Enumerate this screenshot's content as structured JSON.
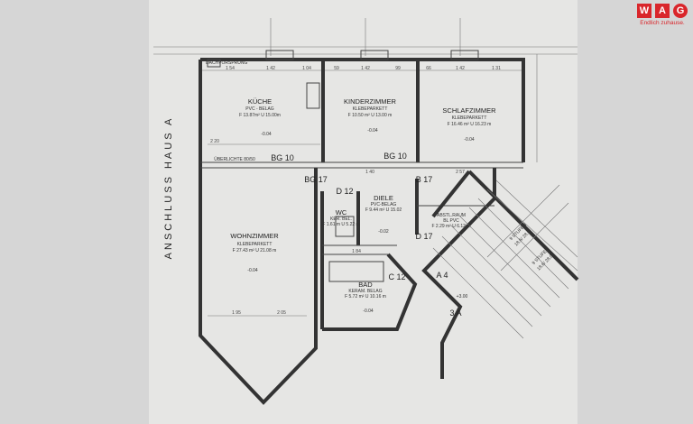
{
  "logo": {
    "letters": [
      "W",
      "A",
      "G"
    ],
    "slogan": "Endlich zuhause.",
    "color": "#d9262b"
  },
  "plan": {
    "roof_label": "DACHVORSPRUNG",
    "side_label": "ANSCHLUSS HAUS A",
    "top_dims": [
      "1 54",
      "1 42",
      "1 04",
      "59",
      "1 42",
      "99",
      "66",
      "1 42",
      "1 31"
    ],
    "rooms": [
      {
        "name": "KÜCHE",
        "floor": "PVC - BELAG",
        "area": "F 13.87m²   U 15.00m",
        "level": "-0.04"
      },
      {
        "name": "KINDERZIMMER",
        "floor": "KLEBEPARKETT",
        "area": "F 10.50 m²   U 13.00 m",
        "level": "-0.04"
      },
      {
        "name": "SCHLAFZIMMER",
        "floor": "KLEBEPARKETT",
        "area": "F 16.46 m²   U 16.23 m",
        "level": "-0.04"
      },
      {
        "name": "WOHNZIMMER",
        "floor": "KLEBEPARKETT",
        "area": "F 27.43 m²   U 21.08 m",
        "level": "-0.04"
      },
      {
        "name": "WC",
        "floor": "KER. BEL.",
        "area": "F 1.61 m  U 5.22 m",
        "level": ""
      },
      {
        "name": "DIELE",
        "floor": "PVC-BELAG",
        "area": "F 9.44 m²  U 15.02",
        "level": "-0.02"
      },
      {
        "name": "ABSTL.RAUM",
        "floor": "BL PVC",
        "area": "F 2.29 m²  U 6.12 m",
        "level": ""
      },
      {
        "name": "BAD",
        "floor": "KERAM. BELAG",
        "area": "F 5.72 m²  U 10.16 m",
        "level": "-0.04"
      }
    ],
    "door_tags": [
      "BG 10",
      "BG 10",
      "BG 17",
      "B 17",
      "D 12",
      "C 12",
      "D 17",
      "A 4",
      "3 A"
    ],
    "stairs": [
      {
        "label": "9 STUFEN",
        "spec": "18.6/ 28.0"
      },
      {
        "label": "9 STUFEN",
        "spec": "18.6/ 28.0"
      }
    ],
    "misc": [
      "ÜBERLICHTE 80/50",
      "+3.00",
      "2 20",
      "1 40",
      "2 57",
      "1 95",
      "2 05",
      "1 84"
    ]
  }
}
